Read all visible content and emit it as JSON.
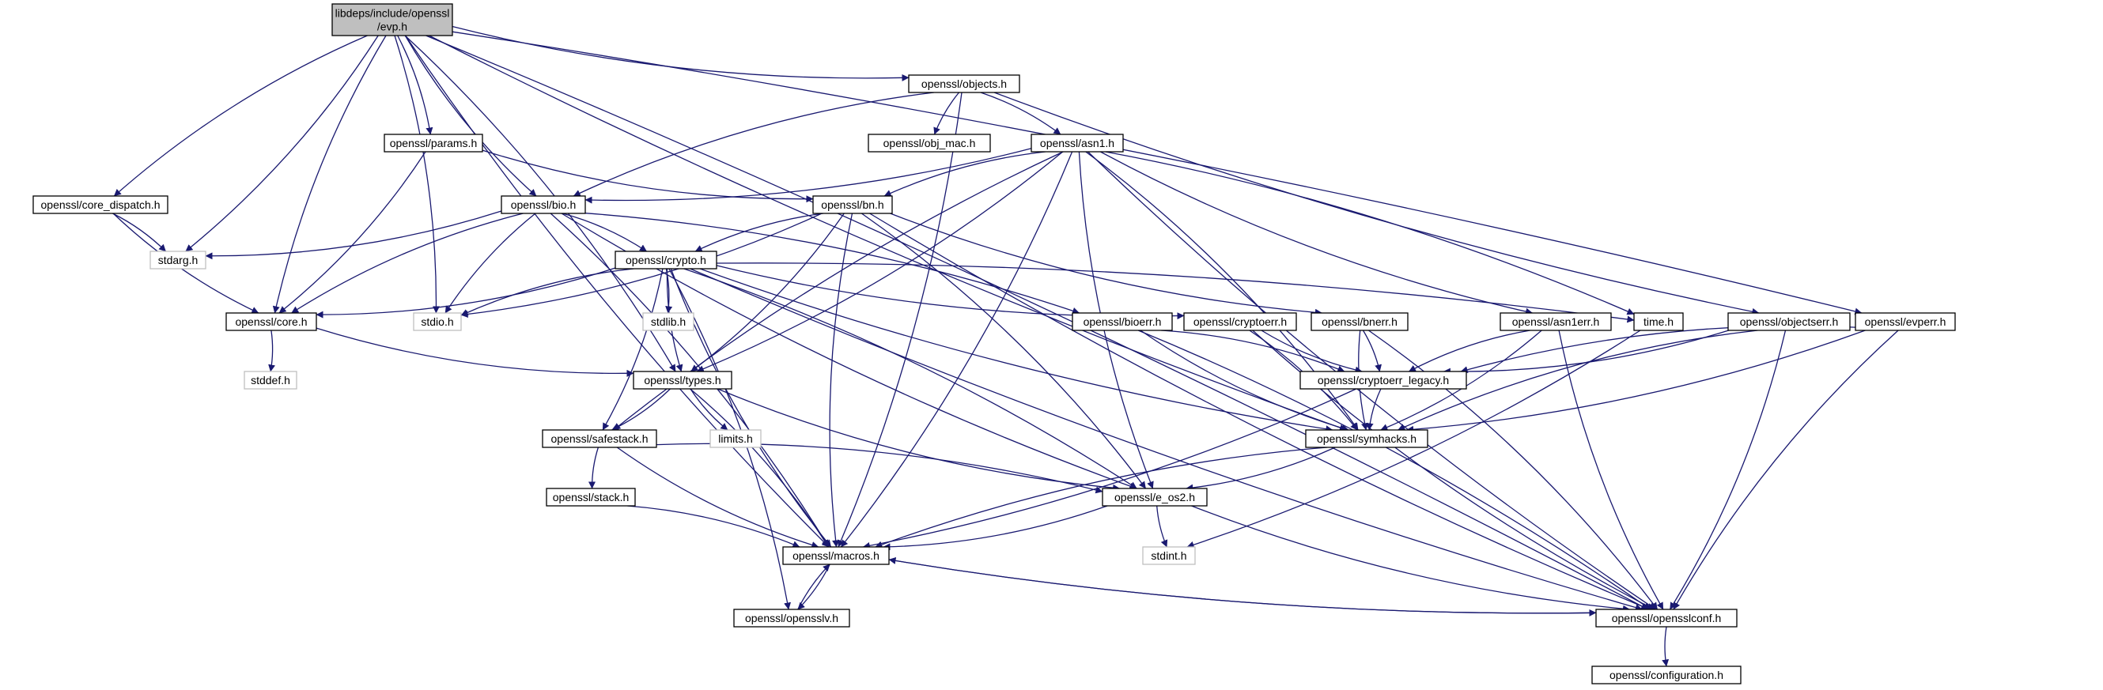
{
  "colors": {
    "edge": "#191970",
    "root_fill": "#bfbfbf",
    "node_border": "#000000",
    "system_border": "#bfbfbf"
  },
  "nodes": [
    {
      "id": "evp",
      "kind": "root",
      "lines": [
        "libdeps/include/openssl",
        "/evp.h"
      ]
    },
    {
      "id": "objects",
      "kind": "std",
      "lines": [
        "openssl/objects.h"
      ]
    },
    {
      "id": "params",
      "kind": "std",
      "lines": [
        "openssl/params.h"
      ]
    },
    {
      "id": "obj_mac",
      "kind": "std",
      "lines": [
        "openssl/obj_mac.h"
      ]
    },
    {
      "id": "asn1",
      "kind": "std",
      "lines": [
        "openssl/asn1.h"
      ]
    },
    {
      "id": "core_dispatch",
      "kind": "std",
      "lines": [
        "openssl/core_dispatch.h"
      ]
    },
    {
      "id": "bio",
      "kind": "std",
      "lines": [
        "openssl/bio.h"
      ]
    },
    {
      "id": "bn",
      "kind": "std",
      "lines": [
        "openssl/bn.h"
      ]
    },
    {
      "id": "stdarg",
      "kind": "sys",
      "lines": [
        "stdarg.h"
      ]
    },
    {
      "id": "crypto",
      "kind": "std",
      "lines": [
        "openssl/crypto.h"
      ]
    },
    {
      "id": "core",
      "kind": "std",
      "lines": [
        "openssl/core.h"
      ]
    },
    {
      "id": "stdio",
      "kind": "sys",
      "lines": [
        "stdio.h"
      ]
    },
    {
      "id": "stdlib",
      "kind": "sys",
      "lines": [
        "stdlib.h"
      ]
    },
    {
      "id": "bioerr",
      "kind": "std",
      "lines": [
        "openssl/bioerr.h"
      ]
    },
    {
      "id": "cryptoerr",
      "kind": "std",
      "lines": [
        "openssl/cryptoerr.h"
      ]
    },
    {
      "id": "bnerr",
      "kind": "std",
      "lines": [
        "openssl/bnerr.h"
      ]
    },
    {
      "id": "asn1err",
      "kind": "std",
      "lines": [
        "openssl/asn1err.h"
      ]
    },
    {
      "id": "time",
      "kind": "std",
      "lines": [
        "time.h"
      ]
    },
    {
      "id": "objectserr",
      "kind": "std",
      "lines": [
        "openssl/objectserr.h"
      ]
    },
    {
      "id": "evperr",
      "kind": "std",
      "lines": [
        "openssl/evperr.h"
      ]
    },
    {
      "id": "stddef",
      "kind": "sys",
      "lines": [
        "stddef.h"
      ]
    },
    {
      "id": "types",
      "kind": "std",
      "lines": [
        "openssl/types.h"
      ]
    },
    {
      "id": "cryptoerr_legacy",
      "kind": "std",
      "lines": [
        "openssl/cryptoerr_legacy.h"
      ]
    },
    {
      "id": "limits",
      "kind": "sys",
      "lines": [
        "limits.h"
      ]
    },
    {
      "id": "safestack",
      "kind": "std",
      "lines": [
        "openssl/safestack.h"
      ]
    },
    {
      "id": "symhacks",
      "kind": "std",
      "lines": [
        "openssl/symhacks.h"
      ]
    },
    {
      "id": "stack",
      "kind": "std",
      "lines": [
        "openssl/stack.h"
      ]
    },
    {
      "id": "e_os2",
      "kind": "std",
      "lines": [
        "openssl/e_os2.h"
      ]
    },
    {
      "id": "stdint",
      "kind": "sys",
      "lines": [
        "stdint.h"
      ]
    },
    {
      "id": "macros",
      "kind": "std",
      "lines": [
        "openssl/macros.h"
      ]
    },
    {
      "id": "opensslv",
      "kind": "std",
      "lines": [
        "openssl/opensslv.h"
      ]
    },
    {
      "id": "opensslconf",
      "kind": "std",
      "lines": [
        "openssl/opensslconf.h"
      ]
    },
    {
      "id": "configuration",
      "kind": "std",
      "lines": [
        "openssl/configuration.h"
      ]
    }
  ],
  "edges": [
    {
      "from": "evp",
      "to": "objects"
    },
    {
      "from": "evp",
      "to": "params"
    },
    {
      "from": "evp",
      "to": "core_dispatch"
    },
    {
      "from": "evp",
      "to": "stdarg"
    },
    {
      "from": "evp",
      "to": "core"
    },
    {
      "from": "evp",
      "to": "stdio"
    },
    {
      "from": "evp",
      "to": "bio"
    },
    {
      "from": "evp",
      "to": "types"
    },
    {
      "from": "evp",
      "to": "macros"
    },
    {
      "from": "evp",
      "to": "evperr"
    },
    {
      "from": "evp",
      "to": "symhacks"
    },
    {
      "from": "evp",
      "to": "opensslconf"
    },
    {
      "from": "objects",
      "to": "obj_mac"
    },
    {
      "from": "objects",
      "to": "asn1"
    },
    {
      "from": "objects",
      "to": "bio"
    },
    {
      "from": "objects",
      "to": "macros"
    },
    {
      "from": "objects",
      "to": "objectserr"
    },
    {
      "from": "params",
      "to": "core"
    },
    {
      "from": "params",
      "to": "bn"
    },
    {
      "from": "core_dispatch",
      "to": "stdarg"
    },
    {
      "from": "core_dispatch",
      "to": "core"
    },
    {
      "from": "asn1",
      "to": "bio"
    },
    {
      "from": "asn1",
      "to": "bn"
    },
    {
      "from": "asn1",
      "to": "time"
    },
    {
      "from": "asn1",
      "to": "asn1err"
    },
    {
      "from": "asn1",
      "to": "types"
    },
    {
      "from": "asn1",
      "to": "safestack"
    },
    {
      "from": "asn1",
      "to": "symhacks"
    },
    {
      "from": "asn1",
      "to": "e_os2"
    },
    {
      "from": "asn1",
      "to": "macros"
    },
    {
      "from": "asn1",
      "to": "opensslconf"
    },
    {
      "from": "bio",
      "to": "stdarg"
    },
    {
      "from": "bio",
      "to": "stdio"
    },
    {
      "from": "bio",
      "to": "crypto"
    },
    {
      "from": "bio",
      "to": "core"
    },
    {
      "from": "bio",
      "to": "bioerr"
    },
    {
      "from": "bio",
      "to": "e_os2"
    },
    {
      "from": "bio",
      "to": "macros"
    },
    {
      "from": "bn",
      "to": "crypto"
    },
    {
      "from": "bn",
      "to": "stdio"
    },
    {
      "from": "bn",
      "to": "bnerr"
    },
    {
      "from": "bn",
      "to": "types"
    },
    {
      "from": "bn",
      "to": "macros"
    },
    {
      "from": "bn",
      "to": "e_os2"
    },
    {
      "from": "bn",
      "to": "opensslconf"
    },
    {
      "from": "crypto",
      "to": "core"
    },
    {
      "from": "crypto",
      "to": "stdio"
    },
    {
      "from": "crypto",
      "to": "stdlib"
    },
    {
      "from": "crypto",
      "to": "types"
    },
    {
      "from": "crypto",
      "to": "safestack"
    },
    {
      "from": "crypto",
      "to": "cryptoerr"
    },
    {
      "from": "crypto",
      "to": "time"
    },
    {
      "from": "crypto",
      "to": "symhacks"
    },
    {
      "from": "crypto",
      "to": "e_os2"
    },
    {
      "from": "crypto",
      "to": "macros"
    },
    {
      "from": "crypto",
      "to": "opensslv"
    },
    {
      "from": "crypto",
      "to": "opensslconf"
    },
    {
      "from": "core",
      "to": "stddef"
    },
    {
      "from": "core",
      "to": "types"
    },
    {
      "from": "bioerr",
      "to": "cryptoerr_legacy"
    },
    {
      "from": "bioerr",
      "to": "symhacks"
    },
    {
      "from": "bioerr",
      "to": "opensslconf"
    },
    {
      "from": "cryptoerr",
      "to": "cryptoerr_legacy"
    },
    {
      "from": "cryptoerr",
      "to": "symhacks"
    },
    {
      "from": "cryptoerr",
      "to": "opensslconf"
    },
    {
      "from": "bnerr",
      "to": "cryptoerr_legacy"
    },
    {
      "from": "bnerr",
      "to": "symhacks"
    },
    {
      "from": "bnerr",
      "to": "opensslconf"
    },
    {
      "from": "asn1err",
      "to": "cryptoerr_legacy"
    },
    {
      "from": "asn1err",
      "to": "symhacks"
    },
    {
      "from": "asn1err",
      "to": "opensslconf"
    },
    {
      "from": "objectserr",
      "to": "cryptoerr_legacy"
    },
    {
      "from": "objectserr",
      "to": "symhacks"
    },
    {
      "from": "objectserr",
      "to": "opensslconf"
    },
    {
      "from": "evperr",
      "to": "cryptoerr_legacy"
    },
    {
      "from": "evperr",
      "to": "symhacks"
    },
    {
      "from": "evperr",
      "to": "opensslconf"
    },
    {
      "from": "time",
      "to": "stdint"
    },
    {
      "from": "types",
      "to": "limits"
    },
    {
      "from": "types",
      "to": "safestack"
    },
    {
      "from": "types",
      "to": "e_os2"
    },
    {
      "from": "types",
      "to": "macros"
    },
    {
      "from": "cryptoerr_legacy",
      "to": "symhacks"
    },
    {
      "from": "cryptoerr_legacy",
      "to": "macros"
    },
    {
      "from": "safestack",
      "to": "stack"
    },
    {
      "from": "safestack",
      "to": "e_os2"
    },
    {
      "from": "safestack",
      "to": "macros"
    },
    {
      "from": "symhacks",
      "to": "e_os2"
    },
    {
      "from": "symhacks",
      "to": "macros"
    },
    {
      "from": "stack",
      "to": "macros"
    },
    {
      "from": "e_os2",
      "to": "stdint"
    },
    {
      "from": "e_os2",
      "to": "macros"
    },
    {
      "from": "e_os2",
      "to": "opensslconf"
    },
    {
      "from": "macros",
      "to": "opensslv"
    },
    {
      "from": "macros",
      "to": "opensslconf"
    },
    {
      "from": "opensslv",
      "to": "macros"
    },
    {
      "from": "opensslconf",
      "to": "configuration"
    },
    {
      "from": "opensslconf",
      "to": "macros"
    }
  ]
}
